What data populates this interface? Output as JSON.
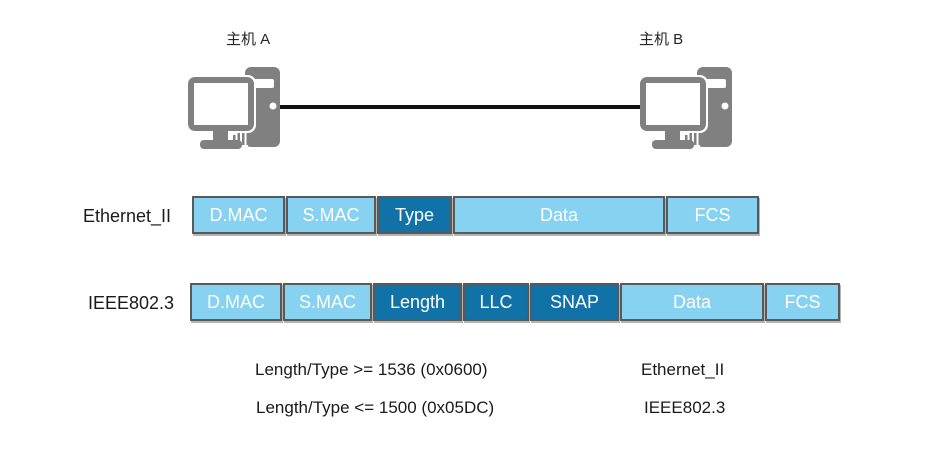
{
  "hosts": {
    "a_label": "主机 A",
    "b_label": "主机 B"
  },
  "frames": [
    {
      "label": "Ethernet_II",
      "fields": [
        {
          "label": "D.MAC",
          "emphasis": false
        },
        {
          "label": "S.MAC",
          "emphasis": false
        },
        {
          "label": "Type",
          "emphasis": true
        },
        {
          "label": "Data",
          "emphasis": false
        },
        {
          "label": "FCS",
          "emphasis": false
        }
      ]
    },
    {
      "label": "IEEE802.3",
      "fields": [
        {
          "label": "D.MAC",
          "emphasis": false
        },
        {
          "label": "S.MAC",
          "emphasis": false
        },
        {
          "label": "Length",
          "emphasis": true
        },
        {
          "label": "LLC",
          "emphasis": true
        },
        {
          "label": "SNAP",
          "emphasis": true
        },
        {
          "label": "Data",
          "emphasis": false
        },
        {
          "label": "FCS",
          "emphasis": false
        }
      ]
    }
  ],
  "notes": [
    {
      "condition": "Length/Type >= 1536 (0x0600)",
      "frame_type": "Ethernet_II"
    },
    {
      "condition": "Length/Type <= 1500 (0x05DC)",
      "frame_type": "IEEE802.3"
    }
  ],
  "colors": {
    "field_light": "#87d2f0",
    "field_dark": "#1172a8",
    "field_border": "#595959",
    "field_text": "#ffffff",
    "cable": "#111111",
    "host_icon": "#808080",
    "text": "#1a1a1a"
  }
}
